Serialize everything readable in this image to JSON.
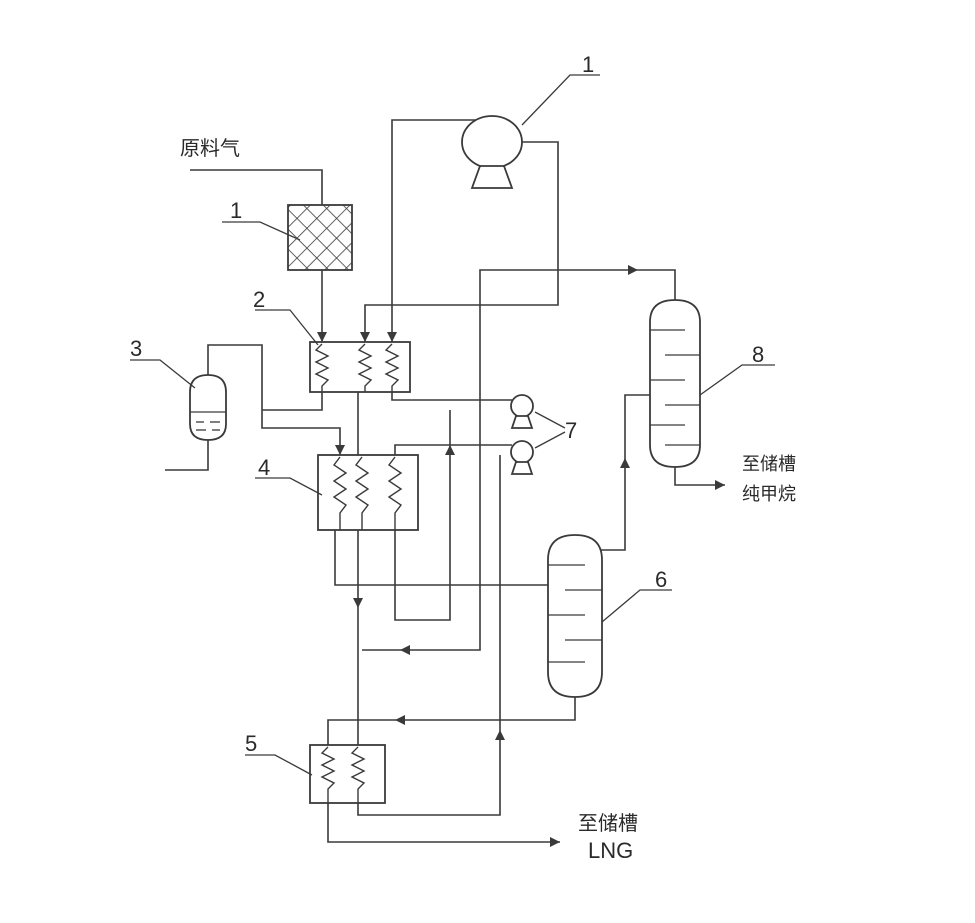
{
  "diagram": {
    "labels": {
      "feed_gas": "原料气",
      "to_storage_methane": "至储槽",
      "pure_methane": "纯甲烷",
      "to_storage_lng": "至储槽",
      "lng": "LNG"
    },
    "component_numbers": {
      "compressor": "1",
      "purifier": "1",
      "heat_exchanger_2": "2",
      "separator_3": "3",
      "heat_exchanger_4": "4",
      "heat_exchanger_5": "5",
      "column_6": "6",
      "pumps_7": "7",
      "column_8": "8"
    }
  }
}
